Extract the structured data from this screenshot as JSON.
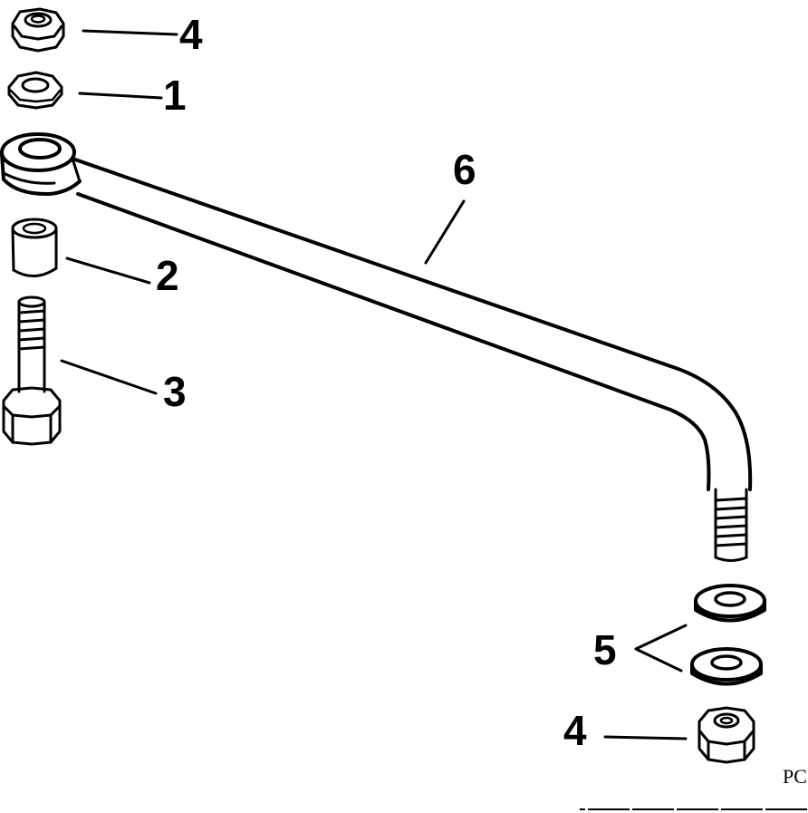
{
  "diagram": {
    "callouts": {
      "top_nut": "4",
      "washer_top": "1",
      "bushing": "2",
      "bolt": "3",
      "link_rod": "6",
      "washers_bottom": "5",
      "bottom_nut": "4"
    },
    "corner_code": "PC"
  }
}
